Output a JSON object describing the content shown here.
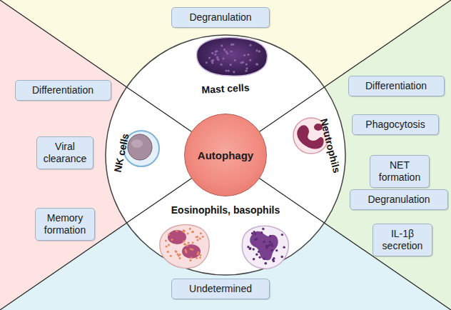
{
  "diagram": {
    "nodes": [
      {
        "text": [
          "Degranulation"
        ]
      },
      {
        "text": [
          "Differentiation"
        ]
      },
      {
        "text": [
          "Differentiation"
        ]
      },
      {
        "text": [
          "Phagocytosis"
        ]
      },
      {
        "text": [
          "Viral clearance"
        ]
      },
      {
        "text": [
          "NET formation"
        ]
      },
      {
        "text": [
          "Degranulation"
        ]
      },
      {
        "text": [
          "Memory formation"
        ]
      },
      {
        "text": [
          "IL-1β secretion"
        ]
      },
      {
        "text": [
          "Autophagy"
        ]
      },
      {
        "text": [
          "Undetermined"
        ]
      }
    ],
    "labels": [
      "Mast cells",
      "NK cells",
      "Neutrophils",
      "Eosinophils, basophils"
    ]
  }
}
